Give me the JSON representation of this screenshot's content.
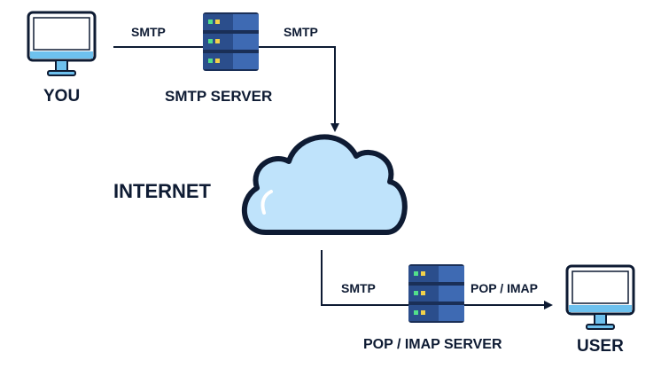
{
  "labels": {
    "you": "YOU",
    "smtp_server": "SMTP SERVER",
    "internet": "INTERNET",
    "pop_imap_server": "POP / IMAP SERVER",
    "user": "USER"
  },
  "edges": {
    "you_to_smtp": "SMTP",
    "smtp_to_internet": "SMTP",
    "internet_to_pop": "SMTP",
    "pop_to_user": "POP / IMAP"
  },
  "icons": {
    "you": "desktop-monitor-icon",
    "smtp_server": "server-rack-icon",
    "internet": "cloud-icon",
    "pop_imap_server": "server-rack-icon",
    "user": "desktop-monitor-icon"
  },
  "colors": {
    "navy": "#0e1b33",
    "server_blue": "#2b4e8c",
    "server_dark": "#1a2f57",
    "cloud_fill": "#bfe3fb",
    "screen": "#ffffff",
    "stand": "#6ec1ee",
    "led_green": "#52e08a",
    "led_yellow": "#f2d14a"
  }
}
